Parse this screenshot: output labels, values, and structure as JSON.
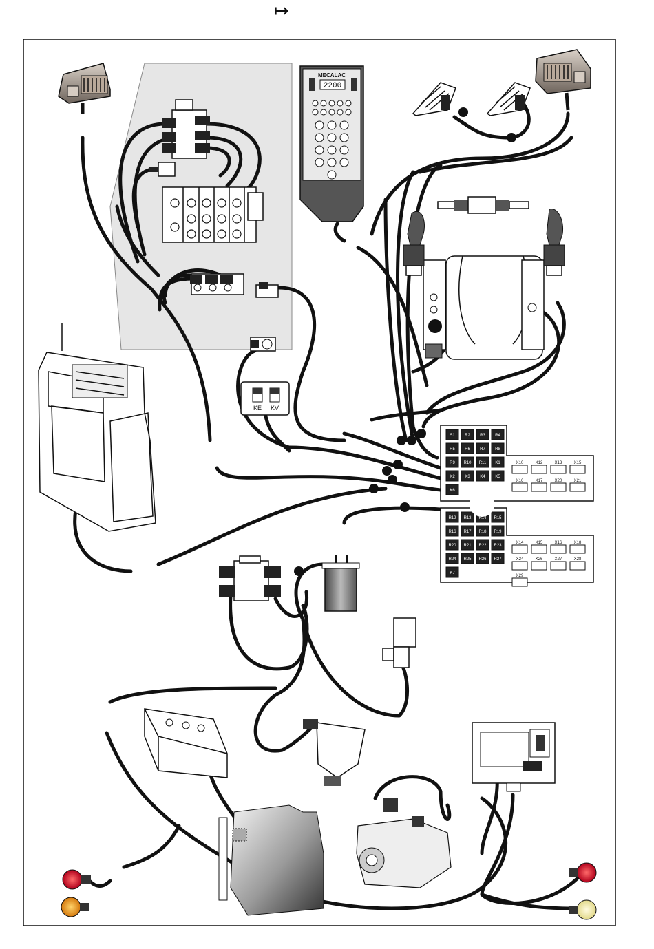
{
  "header": {
    "arrow_symbol": "↦"
  },
  "keypad": {
    "brand": "MECALAC",
    "display_value": "2200"
  },
  "switch_panel": {
    "left_label": "KE",
    "right_label": "KV"
  },
  "fusebox_upper": {
    "relays": [
      "S1",
      "R2",
      "R3",
      "R4",
      "R5",
      "R6",
      "R7",
      "R8",
      "R9",
      "R10",
      "R11",
      "K1",
      "K2",
      "K3",
      "K4",
      "K5",
      "K6"
    ],
    "connectors": [
      "X10",
      "X12",
      "X13",
      "X15",
      "X16",
      "X17",
      "X20",
      "X21"
    ]
  },
  "fusebox_lower": {
    "relays": [
      "R12",
      "R13",
      "R14",
      "R15",
      "R16",
      "R17",
      "R18",
      "R19",
      "R20",
      "R21",
      "R22",
      "R23",
      "R24",
      "R25",
      "R26",
      "R27",
      "K7"
    ],
    "connectors": [
      "X14",
      "X15",
      "X16",
      "X18",
      "X24",
      "X26",
      "X27",
      "X28",
      "X29"
    ]
  },
  "colors": {
    "line": "#111111",
    "panel_fill": "#e6e6e6",
    "keypad_body": "#555555",
    "lamp_red": "#c8142a",
    "lamp_amber": "#f2a31b",
    "lamp_clear": "#f3efb5"
  }
}
